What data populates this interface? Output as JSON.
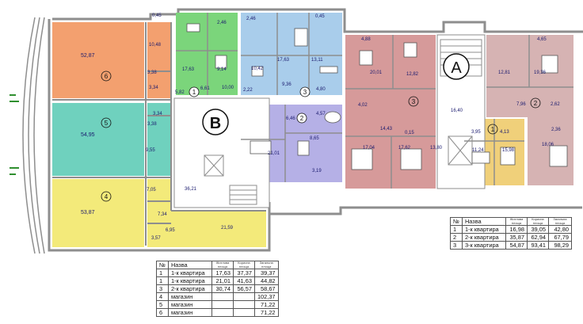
{
  "blocks": {
    "a": "A",
    "b": "B"
  },
  "room_markers": {
    "m6": "6",
    "m5": "5",
    "m4": "4",
    "m1_left": "1",
    "m3_left": "3",
    "m2_left": "2",
    "m3_right": "3",
    "m2_right": "2",
    "m1_right": "1"
  },
  "room_areas": {
    "a6": "52,87",
    "a5": "54,95",
    "a4": "53,87",
    "shop6_wc": "10,48",
    "shop6_s1": "3,38",
    "shop6_s2": "3,34",
    "shop5_s1": "3,34",
    "shop5_s2": "3,38",
    "shop5_s3": "9,55",
    "shop4_s1": "7,05",
    "shop4_s2": "7,34",
    "shop4_s3": "6,95",
    "shop4_s4": "3,57",
    "shop4_s5": "21,59",
    "top_045": "0,45",
    "g_246": "2,46",
    "g_1763": "17,63",
    "g_914": "9,14",
    "g_582": "5,82",
    "g_661": "6,61",
    "g_1000": "10,00",
    "b_246": "2,46",
    "b_045": "0,45",
    "b_1042": "10,42",
    "b_1763": "17,63",
    "b_1311": "13,11",
    "b_936": "9,36",
    "b_480": "4,80",
    "b_222": "2,22",
    "p_646": "6,46",
    "p_457": "4,57",
    "p_2101": "21,01",
    "p_865": "8,65",
    "p_319": "3,19",
    "hall_b": "36,21",
    "ra_488": "4,88",
    "ra_2001": "20,01",
    "ra_1282": "12,82",
    "ra_402": "4,02",
    "ra_1443": "14,43",
    "ra_015": "0,15",
    "ra_1704": "17,04",
    "ra_1762": "17,62",
    "ra_1640": "16,40",
    "ra_1380": "13,80",
    "rb_465": "4,65",
    "rb_1936": "19,36",
    "rb_1281": "12,81",
    "rb_796": "7,96",
    "rb_262": "2,62",
    "rb_236": "2,36",
    "rb_1806": "18,06",
    "y_395": "3,95",
    "y_413": "4,13",
    "y_1124": "11,24",
    "y_1598": "15,98"
  },
  "table_left": {
    "headers": [
      "№",
      "Назва",
      "Житлова площа",
      "Корисна площа",
      "Загальна площа"
    ],
    "rows": [
      [
        "1",
        "1-к квартира",
        "17,63",
        "37,37",
        "39,37"
      ],
      [
        "1",
        "1-к квартира",
        "21,01",
        "41,63",
        "44,82"
      ],
      [
        "3",
        "2-к квартира",
        "30,74",
        "56,57",
        "58,67"
      ],
      [
        "4",
        "магазин",
        "",
        "",
        "102,37"
      ],
      [
        "5",
        "магазин",
        "",
        "",
        "71,22"
      ],
      [
        "6",
        "магазин",
        "",
        "",
        "71,22"
      ]
    ]
  },
  "table_right": {
    "headers": [
      "№",
      "Назва",
      "Житлова площа",
      "Корисна площа",
      "Загальна площа"
    ],
    "rows": [
      [
        "1",
        "1-к квартира",
        "16,98",
        "39,05",
        "42,80"
      ],
      [
        "2",
        "2-к квартира",
        "35,87",
        "62,94",
        "67,79"
      ],
      [
        "3",
        "3-к квартира",
        "54,87",
        "93,41",
        "98,29"
      ]
    ]
  },
  "colors": {
    "shop6": "#f3a06f",
    "shop5": "#6fd1be",
    "shop4": "#f3ea7a",
    "apt_green": "#7bd57b",
    "apt_blue": "#a9cdeb",
    "apt_purple": "#b5b0e6",
    "apt_red": "#d69a9a",
    "apt_mauve": "#d6b3b3",
    "apt_yellow": "#f0d07a",
    "wall": "#8e8e8e"
  }
}
